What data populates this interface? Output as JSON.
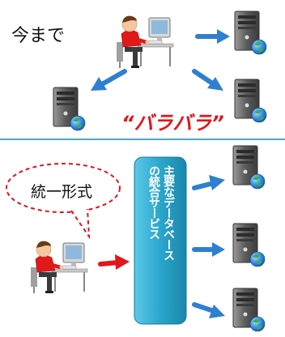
{
  "before": {
    "label": "今まで",
    "chaos_label": "“バラバラ”"
  },
  "after": {
    "callout_label": "統一形式",
    "service_label": "主要なデータベースの統合サービス"
  },
  "colors": {
    "arrow_blue": "#2f7fd0",
    "arrow_red": "#e3141b",
    "service_box": "#2aa6cc",
    "divider": "#4aa8c8",
    "server_body": "#6b6b6b",
    "globe": "#2e8be0"
  },
  "icons": [
    "person-at-computer-icon",
    "server-globe-icon",
    "arrow-icon",
    "speech-bubble-icon"
  ]
}
